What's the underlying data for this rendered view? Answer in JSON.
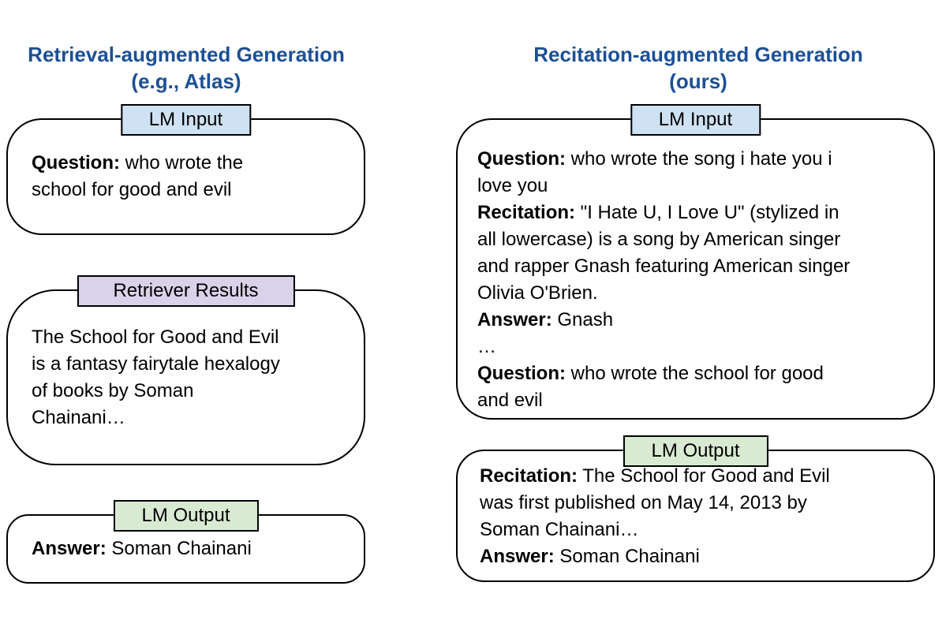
{
  "colors": {
    "title_blue": "#1b5096",
    "lm_input_label_bg": "#cfe2f3",
    "retriever_label_bg": "#d9d2e9",
    "lm_output_label_bg": "#d9ead3",
    "border": "#000000",
    "body_text": "#000000"
  },
  "left": {
    "title_line1": "Retrieval-augmented Generation",
    "title_line2": "(e.g., Atlas)",
    "input": {
      "label": "LM Input",
      "lines": [
        [
          {
            "t": "Question:",
            "b": true
          },
          {
            "t": " who wrote the"
          }
        ],
        [
          {
            "t": "school for good and evil"
          }
        ]
      ]
    },
    "retriever": {
      "label": "Retriever Results",
      "lines": [
        [
          {
            "t": "The School for Good and Evil"
          }
        ],
        [
          {
            "t": "is a fantasy fairytale hexalogy"
          }
        ],
        [
          {
            "t": "of books by Soman"
          }
        ],
        [
          {
            "t": "Chainani…"
          }
        ]
      ]
    },
    "output": {
      "label": "LM Output",
      "lines": [
        [
          {
            "t": "Answer:",
            "b": true
          },
          {
            "t": " Soman Chainani"
          }
        ]
      ]
    }
  },
  "right": {
    "title_line1": "Recitation-augmented Generation",
    "title_line2": "(ours)",
    "input": {
      "label": "LM Input",
      "lines": [
        [
          {
            "t": "Question:",
            "b": true
          },
          {
            "t": " who wrote the song i hate you i"
          }
        ],
        [
          {
            "t": "love you"
          }
        ],
        [
          {
            "t": "Recitation:",
            "b": true
          },
          {
            "t": " \"I Hate U, I Love U\" (stylized in"
          }
        ],
        [
          {
            "t": "all lowercase) is a song by American singer"
          }
        ],
        [
          {
            "t": "and rapper Gnash featuring American singer"
          }
        ],
        [
          {
            "t": "Olivia O'Brien."
          }
        ],
        [
          {
            "t": "Answer:",
            "b": true
          },
          {
            "t": " Gnash"
          }
        ],
        [
          {
            "t": "…"
          }
        ],
        [
          {
            "t": "Question:",
            "b": true
          },
          {
            "t": " who wrote the school for good"
          }
        ],
        [
          {
            "t": "and evil"
          }
        ]
      ]
    },
    "output": {
      "label": "LM Output",
      "lines": [
        [
          {
            "t": "Recitation:",
            "b": true
          },
          {
            "t": " The School for Good and Evil"
          }
        ],
        [
          {
            "t": "was first published on May 14, 2013 by"
          }
        ],
        [
          {
            "t": "Soman Chainani…"
          }
        ],
        [
          {
            "t": "Answer:",
            "b": true
          },
          {
            "t": " Soman Chainani"
          }
        ]
      ]
    }
  }
}
